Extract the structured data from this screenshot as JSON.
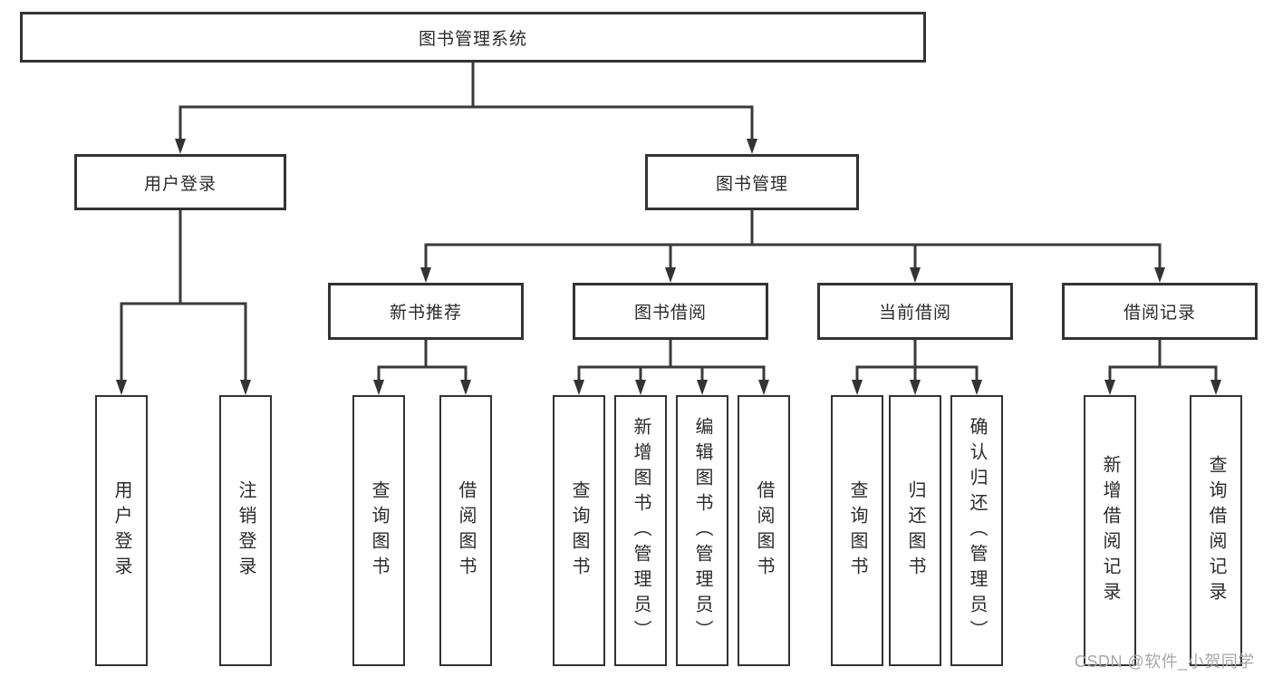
{
  "diagram": {
    "root": {
      "label": "图书管理系统"
    },
    "user": {
      "label": "用户登录",
      "leaves": [
        {
          "label": "用户登录"
        },
        {
          "label": "注销登录"
        }
      ]
    },
    "book": {
      "label": "图书管理",
      "groups": [
        {
          "label": "新书推荐",
          "leaves": [
            {
              "label": "查询图书"
            },
            {
              "label": "借阅图书"
            }
          ]
        },
        {
          "label": "图书借阅",
          "leaves": [
            {
              "label": "查询图书"
            },
            {
              "label": "新增图书（管理员）"
            },
            {
              "label": "编辑图书（管理员）"
            },
            {
              "label": "借阅图书"
            }
          ]
        },
        {
          "label": "当前借阅",
          "leaves": [
            {
              "label": "查询图书"
            },
            {
              "label": "归还图书"
            },
            {
              "label": "确认归还（管理员）"
            }
          ]
        },
        {
          "label": "借阅记录",
          "leaves": [
            {
              "label": "新增借阅记录"
            },
            {
              "label": "查询借阅记录"
            }
          ]
        }
      ]
    }
  },
  "watermark": {
    "text": "CSDN @软件_小贺同学"
  },
  "colors": {
    "line": "#3a3a3a",
    "border": "#333333",
    "text": "#2b2b2b",
    "watermark": "#a8a8a8",
    "background": "#ffffff"
  }
}
